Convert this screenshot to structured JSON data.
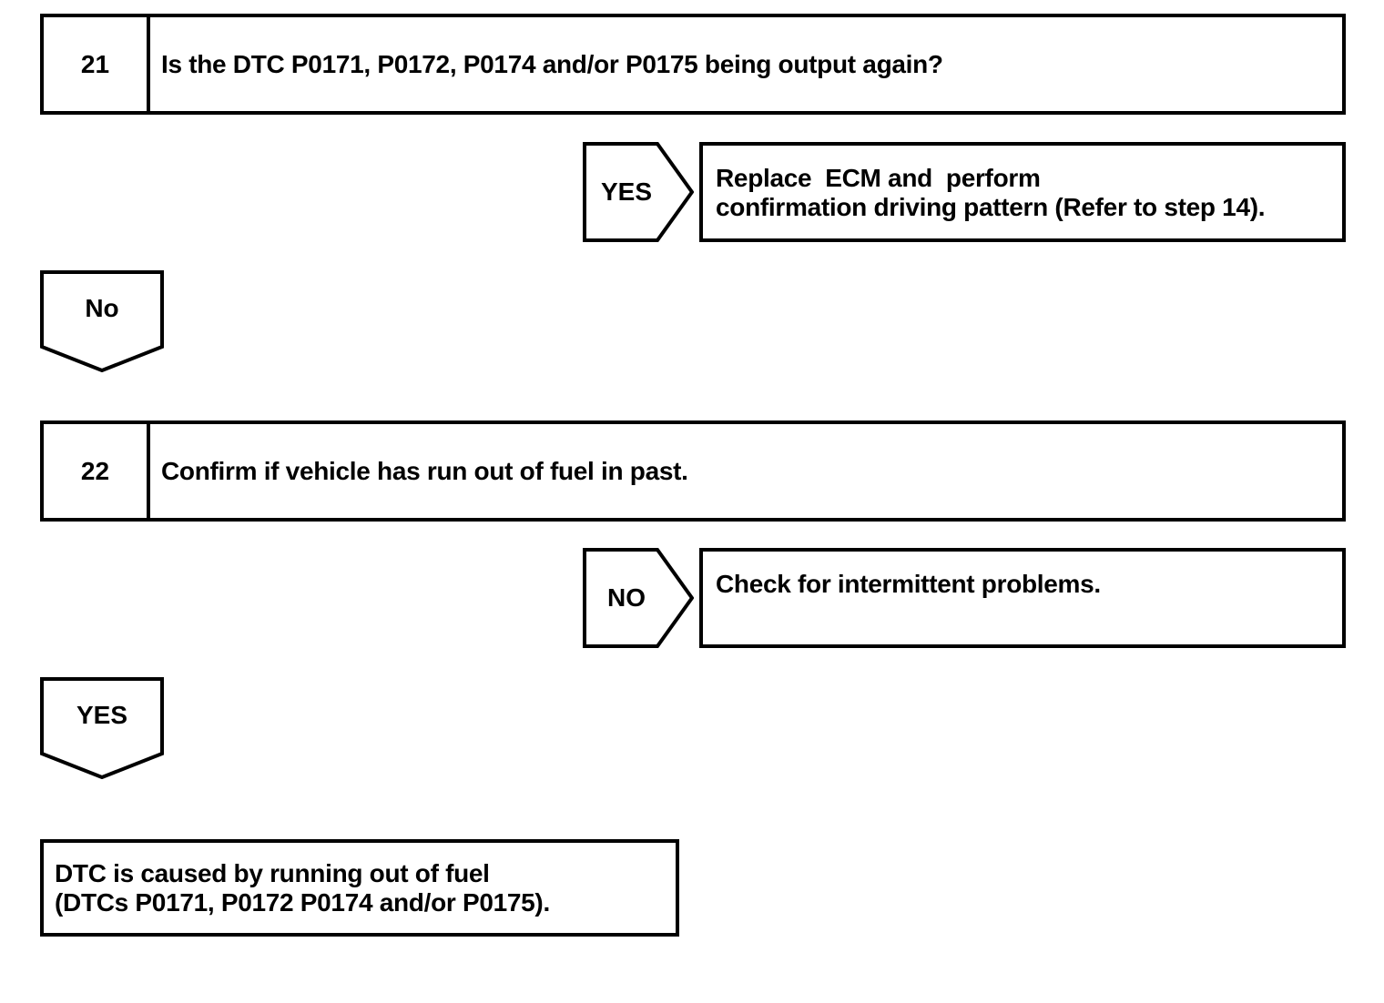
{
  "colors": {
    "line": "#000000",
    "background": "#ffffff"
  },
  "step21": {
    "number": "21",
    "text": "Is the DTC P0171, P0172, P0174 and/or P0175 being output again?"
  },
  "branch21_yes": {
    "label": "YES",
    "result_line1": "Replace  ECM and  perform",
    "result_line2": "confirmation driving pattern (Refer to step 14)."
  },
  "connector_no": {
    "label": "No"
  },
  "step22": {
    "number": "22",
    "text": "Confirm if vehicle has run out of fuel in past."
  },
  "branch22_no": {
    "label": "NO",
    "result": "Check for intermittent problems."
  },
  "connector_yes": {
    "label": "YES"
  },
  "conclusion": {
    "line1": "DTC is caused by running out of fuel",
    "line2": "(DTCs P0171, P0172 P0174 and/or P0175)."
  }
}
